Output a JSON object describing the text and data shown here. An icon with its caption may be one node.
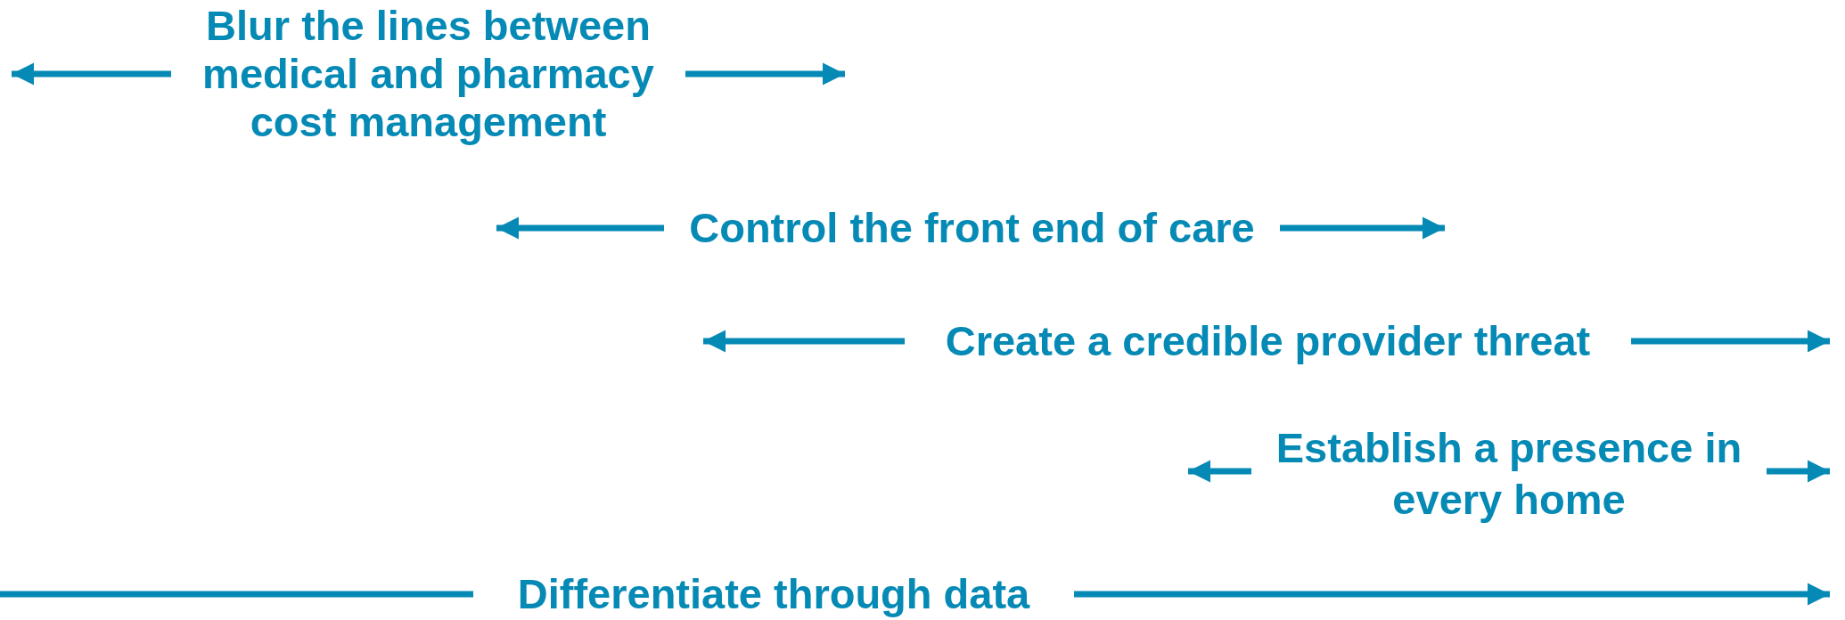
{
  "diagram": {
    "nodes": [
      {
        "text": [
          "Blur the lines between medical and pharmacy cost management"
        ]
      },
      {
        "text": [
          "Control the front end of care"
        ]
      },
      {
        "text": [
          "Create a credible provider threat"
        ]
      },
      {
        "text": [
          "Establish a presence in every home"
        ]
      },
      {
        "text": [
          "Differentiate through data"
        ]
      }
    ],
    "edges": [
      {
        "from": 0,
        "to": null,
        "arrow": "to"
      },
      {
        "from": 0,
        "to": null,
        "arrow": "to"
      },
      {
        "from": 1,
        "to": null,
        "arrow": "to"
      },
      {
        "from": 1,
        "to": null,
        "arrow": "to"
      },
      {
        "from": 2,
        "to": null,
        "arrow": "to"
      },
      {
        "from": 2,
        "to": null,
        "arrow": "to"
      },
      {
        "from": 3,
        "to": null,
        "arrow": "to"
      },
      {
        "from": 3,
        "to": null,
        "arrow": "to"
      },
      {
        "from": null,
        "to": 4,
        "arrow": "none"
      },
      {
        "from": 4,
        "to": null,
        "arrow": "to"
      }
    ]
  }
}
